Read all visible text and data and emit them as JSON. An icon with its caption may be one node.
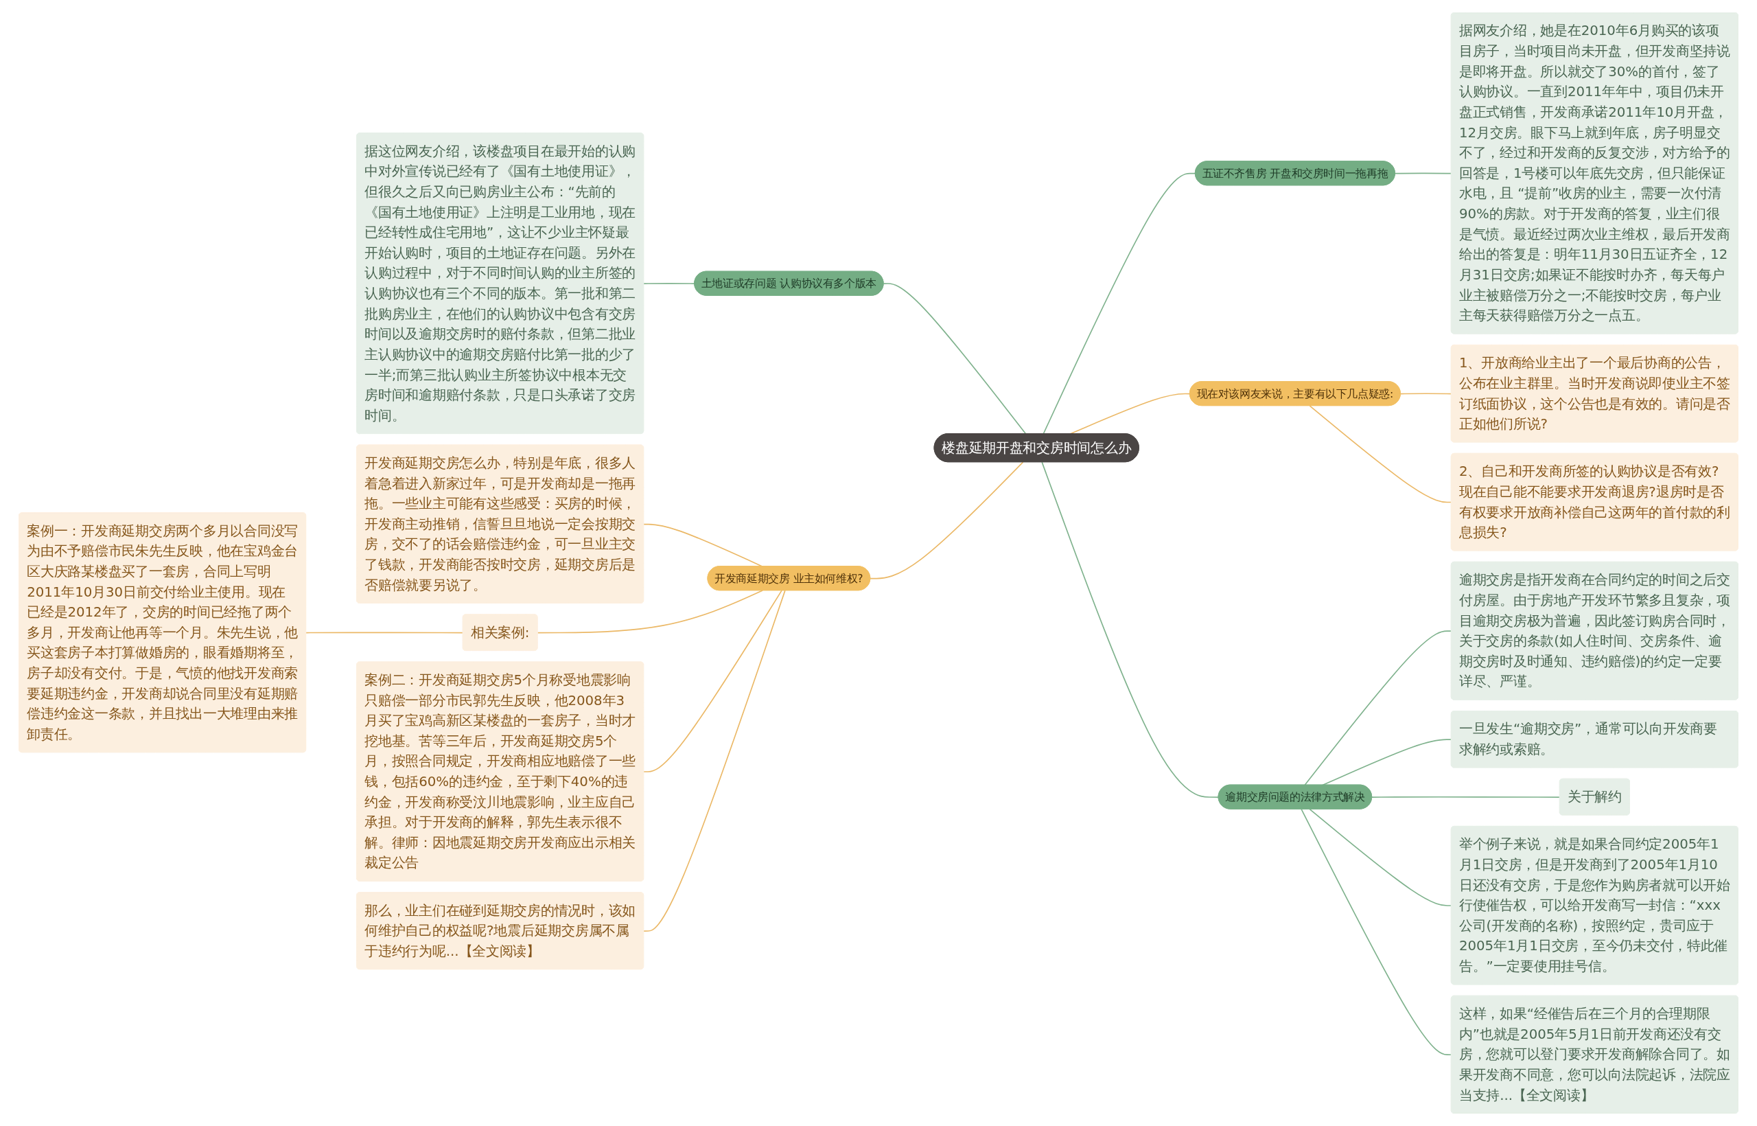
{
  "diagram": {
    "nodes": [
      {
        "text": [
          "楼盘延期开盘和交房时间怎么办"
        ]
      },
      {
        "text": [
          "五证不齐售房 开盘和交房时间一拖再拖"
        ]
      },
      {
        "text": [
          "据网友介绍，她是在2010年6月购买的该项目房子，当时项目尚未开盘，但开发商坚持说是即将开盘。所以就交了30%的首付，签了认购协议。一直到2011年年中，项目仍未开盘正式销售，开发商承诺2011年10月开盘，12月交房。眼下马上就到年底，房子明显交不了，经过和开发商的反复交涉，对方给予的回答是，1号楼可以年底先交房，但只能保证水电，且 “提前”收房的业主，需要一次付清90%的房款。对于开发商的答复，业主们很是气愤。最近经过两次业主维权，最后开发商给出的答复是：明年11月30日五证齐全，12月31日交房;如果证不能按时办齐，每天每户业主被赔偿万分之一;不能按时交房，每户业主每天获得赔偿万分之一点五。"
        ]
      },
      {
        "text": [
          "现在对该网友来说，主要有以下几点疑惑:"
        ]
      },
      {
        "text": [
          "1、开放商给业主出了一个最后协商的公告，公布在业主群里。当时开发商说即使业主不签订纸面协议，这个公告也是有效的。请问是否正如他们所说?"
        ]
      },
      {
        "text": [
          "2、自己和开发商所签的认购协议是否有效?现在自己能不能要求开发商退房?退房时是否有权要求开放商补偿自己这两年的首付款的利息损失?"
        ]
      },
      {
        "text": [
          "逾期交房问题的法律方式解决"
        ]
      },
      {
        "text": [
          "逾期交房是指开发商在合同约定的时间之后交付房屋。由于房地产开发环节繁多且复杂，项目逾期交房极为普遍，因此签订购房合同时，关于交房的条款(如人住时间、交房条件、逾期交房时及时通知、违约赔偿)的约定一定要详尽、严谨。"
        ]
      },
      {
        "text": [
          "一旦发生“逾期交房”，通常可以向开发商要求解约或索赔。"
        ]
      },
      {
        "text": [
          "关于解约"
        ]
      },
      {
        "text": [
          "举个例子来说，就是如果合同约定2005年1月1日交房，但是开发商到了2005年1月10日还没有交房，于是您作为购房者就可以开始行使催告权，可以给开发商写一封信：“xxx公司(开发商的名称)，按照约定，贵司应于2005年1月1日交房，至今仍未交付，特此催告。”一定要使用挂号信。"
        ]
      },
      {
        "text": [
          "这样，如果“经催告后在三个月的合理期限内”也就是2005年5月1日前开发商还没有交房，您就可以登门要求开发商解除合同了。如果开发商不同意，您可以向法院起诉，法院应当支持...【全文阅读】"
        ]
      },
      {
        "text": [
          "土地证或存问题 认购协议有多个版本"
        ]
      },
      {
        "text": [
          "据这位网友介绍，该楼盘项目在最开始的认购中对外宣传说已经有了《国有土地使用证》，但很久之后又向已购房业主公布：“先前的《国有土地使用证》上注明是工业用地，现在已经转性成住宅用地”，这让不少业主怀疑最开始认购时，项目的土地证存在问题。另外在认购过程中，对于不同时间认购的业主所签的认购协议也有三个不同的版本。第一批和第二批购房业主，在他们的认购协议中包含有交房时间以及逾期交房时的赔付条款，但第二批业主认购协议中的逾期交房赔付比第一批的少了一半;而第三批认购业主所签协议中根本无交房时间和逾期赔付条款，只是口头承诺了交房时间。"
        ]
      },
      {
        "text": [
          "开发商延期交房 业主如何维权?"
        ]
      },
      {
        "text": [
          "开发商延期交房怎么办，特别是年底，很多人着急着进入新家过年，可是开发商却是一拖再拖。一些业主可能有这些感受：买房的时候，开发商主动推销，信誓旦旦地说一定会按期交房，交不了的话会赔偿违约金，可一旦业主交了钱款，开发商能否按时交房，延期交房后是否赔偿就要另说了。"
        ]
      },
      {
        "text": [
          "相关案例:"
        ]
      },
      {
        "text": [
          "案例一：开发商延期交房两个多月以合同没写为由不予赔偿市民朱先生反映，他在宝鸡金台区大庆路某楼盘买了一套房，合同上写明2011年10月30日前交付给业主使用。现在已经是2012年了，交房的时间已经拖了两个多月，开发商让他再等一个月。朱先生说，他买这套房子本打算做婚房的，眼看婚期将至，房子却没有交付。于是，气愤的他找开发商索要延期违约金，开发商却说合同里没有延期赔偿违约金这一条款，并且找出一大堆理由来推卸责任。"
        ]
      },
      {
        "text": [
          "案例二：开发商延期交房5个月称受地震影响只赔偿一部分市民郭先生反映，他2008年3月买了宝鸡高新区某楼盘的一套房子，当时才挖地基。苦等三年后，开发商延期交房5个月，按照合同规定，开发商相应地赔偿了一些钱，包括60%的违约金，至于剩下40%的违约金，开发商称受汶川地震影响，业主应自己承担。对于开发商的解释，郭先生表示很不解。律师：因地震延期交房开发商应出示相关裁定公告"
        ]
      },
      {
        "text": [
          "那么，业主们在碰到延期交房的情况时，该如何维护自己的权益呢?地震后延期交房属不属于违约行为呢...【全文阅读】"
        ]
      }
    ],
    "edges": [
      {
        "from": 0,
        "to": 1,
        "arrow": "none"
      },
      {
        "from": 1,
        "to": 2,
        "arrow": "none"
      },
      {
        "from": 0,
        "to": 3,
        "arrow": "none",
        "color": "#ebb866"
      },
      {
        "from": 3,
        "to": 4,
        "arrow": "none",
        "color": "#ebb866"
      },
      {
        "from": 3,
        "to": 5,
        "arrow": "none",
        "color": "#ebb866"
      },
      {
        "from": 0,
        "to": 6,
        "arrow": "none"
      },
      {
        "from": 6,
        "to": 7,
        "arrow": "none"
      },
      {
        "from": 6,
        "to": 8,
        "arrow": "none"
      },
      {
        "from": 6,
        "to": 9,
        "arrow": "none"
      },
      {
        "from": 6,
        "to": 10,
        "arrow": "none"
      },
      {
        "from": 6,
        "to": 11,
        "arrow": "none"
      },
      {
        "from": 12,
        "to": 0,
        "arrow": "none"
      },
      {
        "from": 13,
        "to": 12,
        "arrow": "none"
      },
      {
        "from": 14,
        "to": 0,
        "arrow": "none",
        "color": "#ebb866"
      },
      {
        "from": 15,
        "to": 14,
        "arrow": "none",
        "color": "#ebb866"
      },
      {
        "from": 16,
        "to": 14,
        "arrow": "none",
        "color": "#ebb866"
      },
      {
        "from": 17,
        "to": 16,
        "arrow": "none",
        "color": "#ebb866"
      },
      {
        "from": 18,
        "to": 14,
        "arrow": "none",
        "color": "#ebb866"
      },
      {
        "from": 19,
        "to": 14,
        "arrow": "none",
        "color": "#ebb866"
      }
    ]
  }
}
